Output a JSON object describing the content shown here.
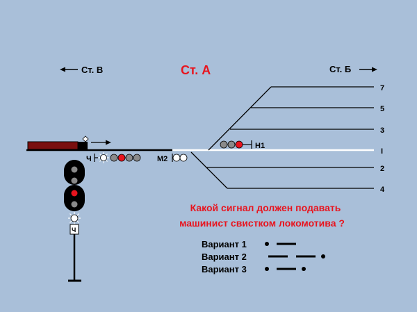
{
  "header": {
    "station_center": "Ст. А",
    "station_left": "Ст. В",
    "station_right": "Ст. Б"
  },
  "tracks": {
    "labels": [
      "7",
      "5",
      "3",
      "I",
      "2",
      "4"
    ]
  },
  "signals": {
    "h1_label": "Н1",
    "ch_label_small": "Ч",
    "m2_label": "М2",
    "ch_label_mast": "Ч"
  },
  "question": {
    "line1": "Какой сигнал должен подавать",
    "line2": "машинист свистком локомотива ?"
  },
  "options": [
    {
      "label": "Вариант 1",
      "pattern": "short-long"
    },
    {
      "label": "Вариант 2",
      "pattern": "long-long-short"
    },
    {
      "label": "Вариант 3",
      "pattern": "short-long-short"
    }
  ],
  "colors": {
    "background": "#a9bfd9",
    "accent_red": "#e8141e",
    "train_body": "#7a0f0f",
    "lamp_gray": "#8a8a8a"
  }
}
